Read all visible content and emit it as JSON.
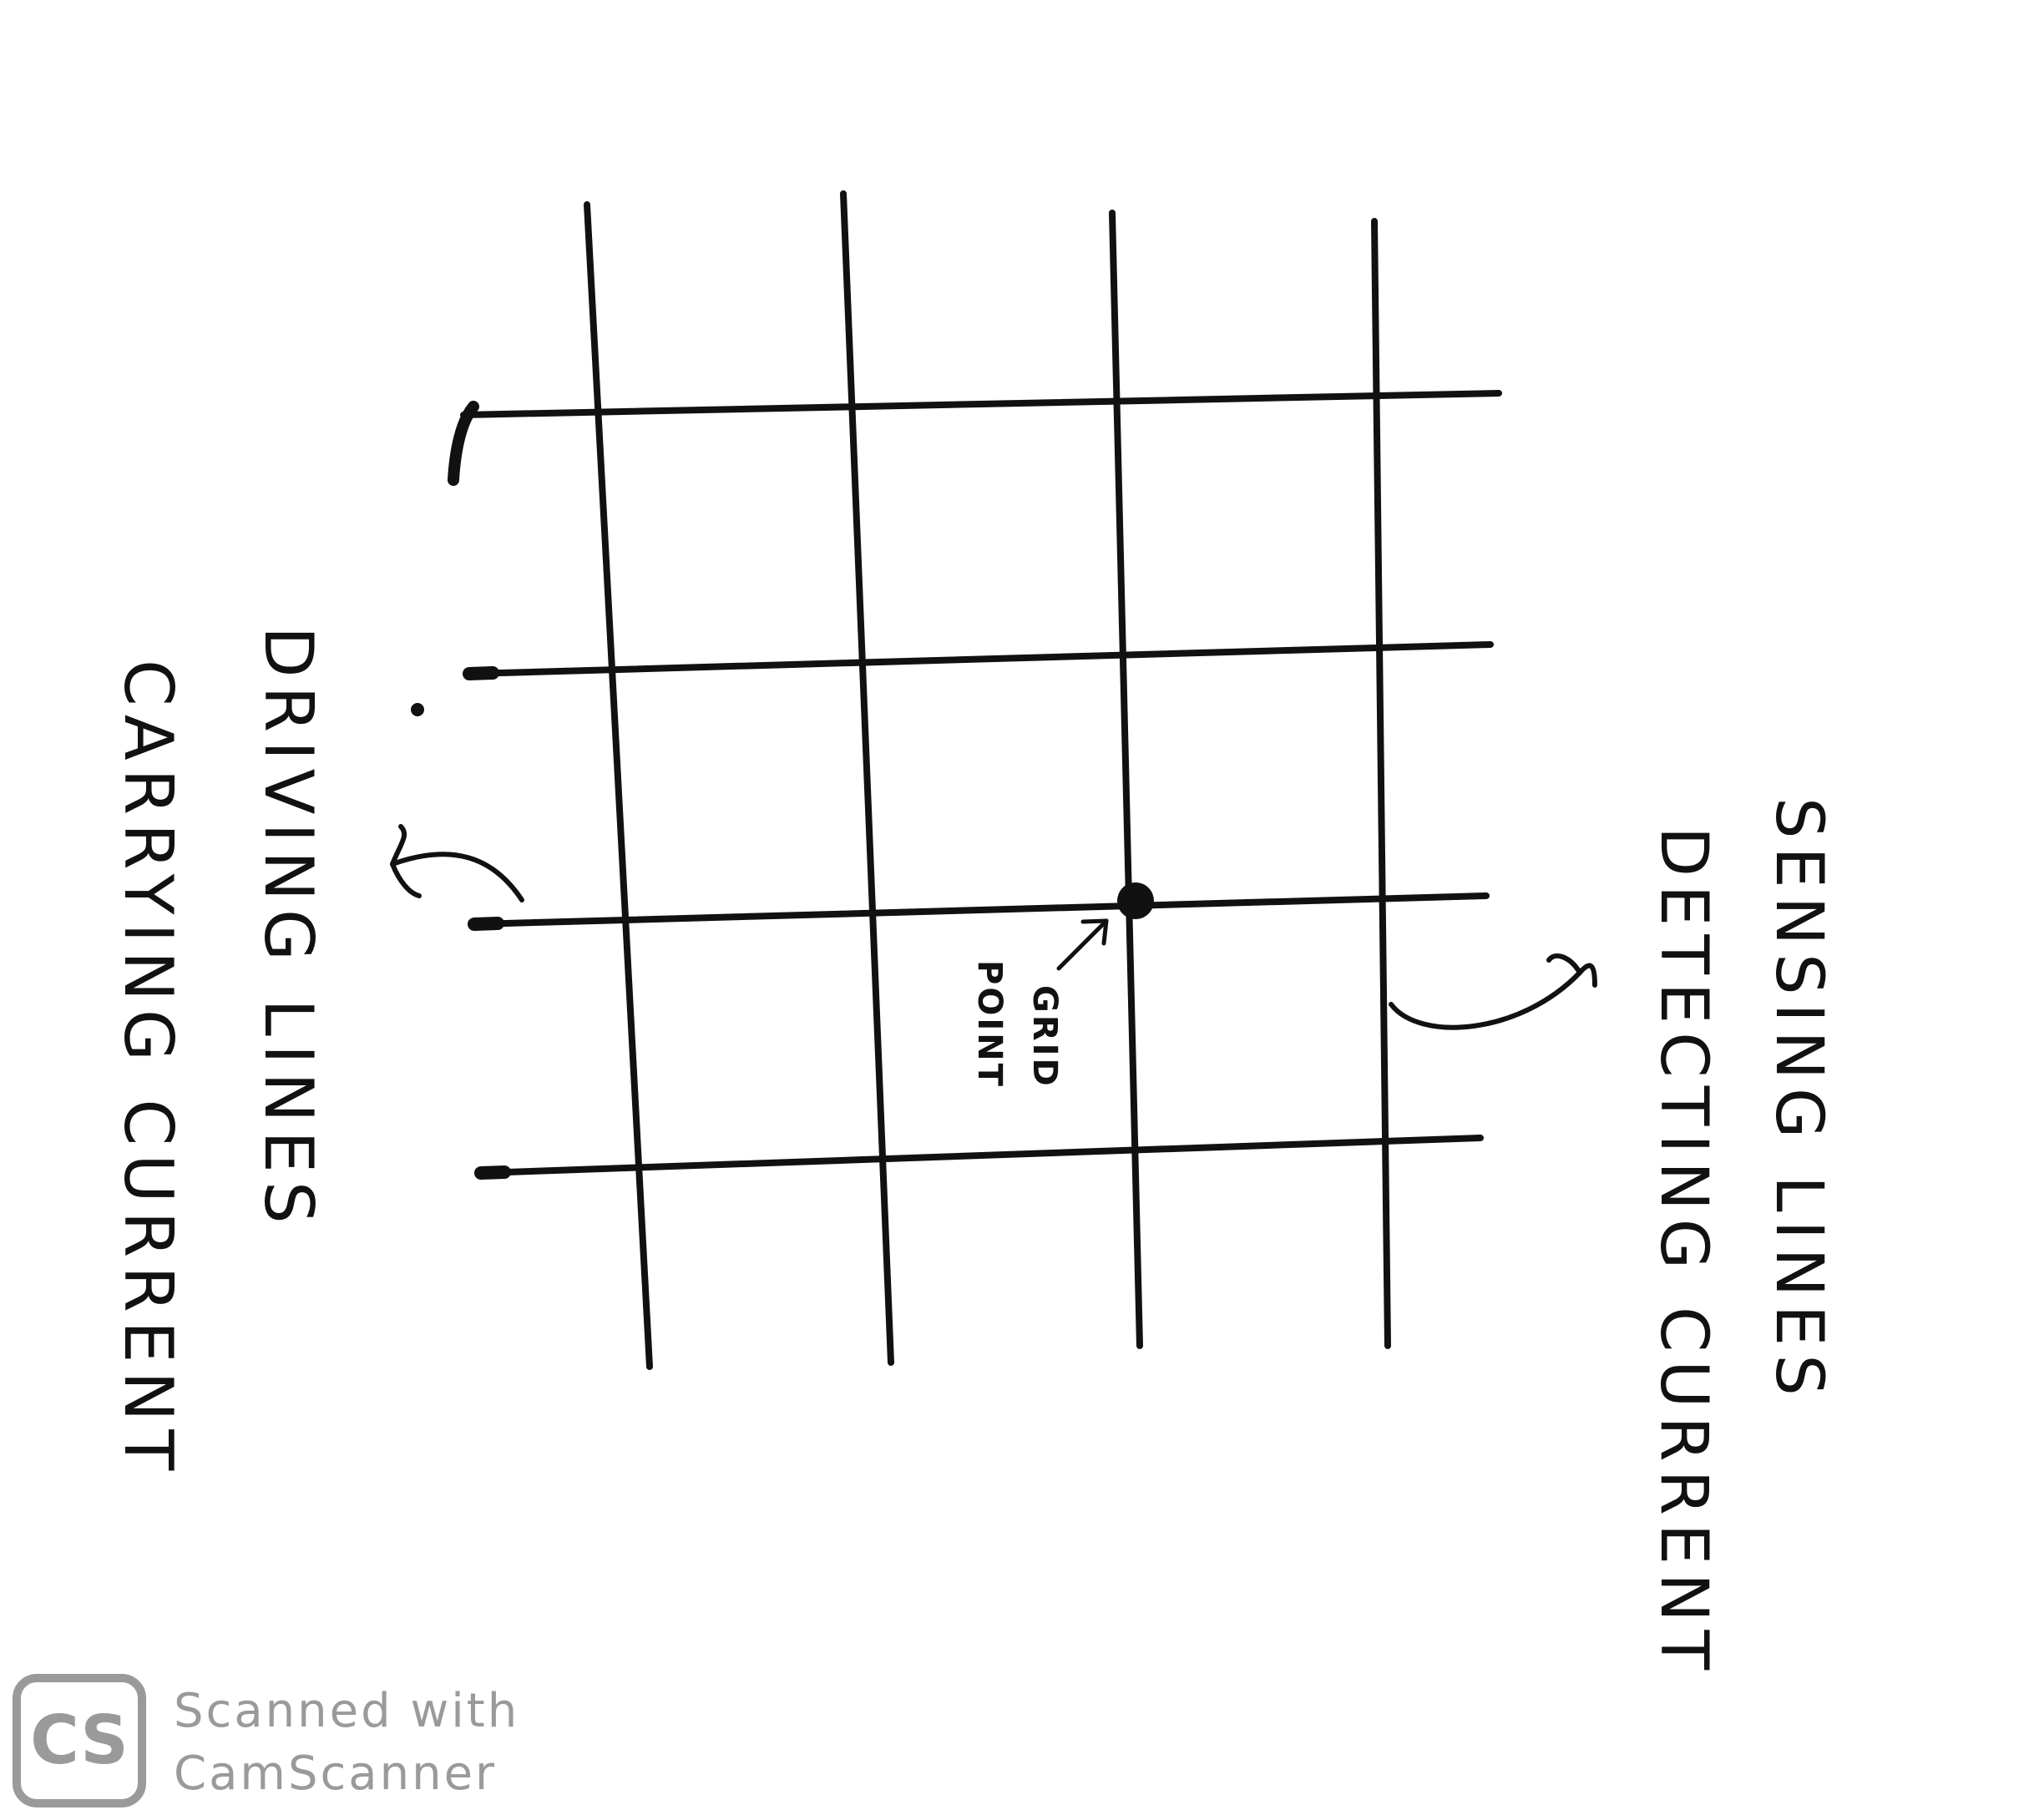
{
  "labels": {
    "driving_line1": "DRIVING LINES",
    "driving_line2": "CARRYING CURRENT",
    "sensing_line1": "SENSING LINES",
    "sensing_line2": "DETECTING CURRENT",
    "grid_point_line1": "GRID",
    "grid_point_line2": "POINT"
  },
  "watermark": {
    "badge": "CS",
    "line1": "Scanned with",
    "line2": "CamScanner"
  },
  "colors": {
    "ink": "#111111",
    "watermark": "#9a9a9a",
    "paper": "#ffffff"
  }
}
